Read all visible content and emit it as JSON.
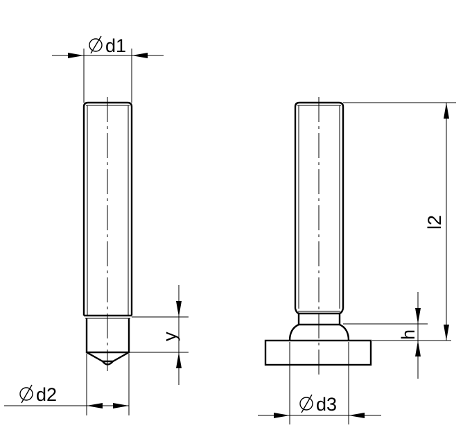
{
  "drawing": {
    "type": "technical drawing - welding stud dimensions",
    "left_view": {
      "name": "threaded stud with ignition tip",
      "labels": {
        "d1": "d1",
        "d2": "d2",
        "y": "y"
      }
    },
    "right_view": {
      "name": "threaded stud with flange / ceramic ring",
      "labels": {
        "d3": "d3",
        "l2": "l2",
        "h": "h"
      }
    },
    "diameter_symbol": "⌀",
    "colors": {
      "line": "#000000",
      "background": "#ffffff"
    }
  }
}
